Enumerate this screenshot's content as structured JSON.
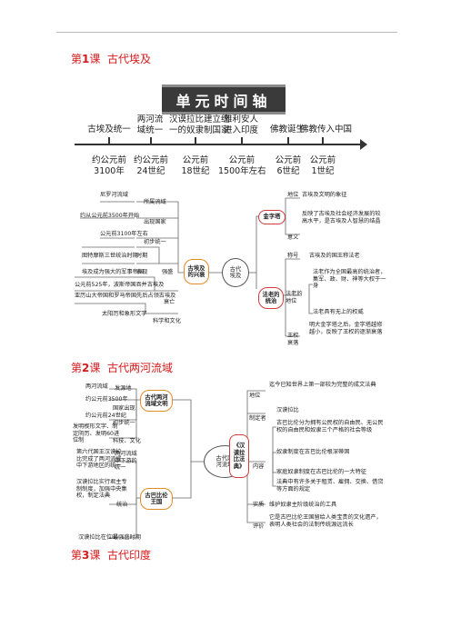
{
  "lessons": {
    "l1": {
      "num": "1",
      "pre": "第",
      "post": "课",
      "name": "古代埃及"
    },
    "l2": {
      "num": "2",
      "pre": "第",
      "post": "课",
      "name": "古代两河流域"
    },
    "l3": {
      "num": "3",
      "pre": "第",
      "post": "课",
      "name": "古代印度"
    }
  },
  "timeline": {
    "banner": "单元时间轴",
    "events": [
      "古埃及统一",
      "两河流\n域统一",
      "汉谟拉比建立统\n一的奴隶制国家",
      "雅利安人\n进入印度",
      "佛教诞生",
      "佛教传入中国"
    ],
    "dates": [
      "约公元前\n3100年",
      "约公元前\n24世纪",
      "公元前\n18世纪",
      "公元前\n1500年左右",
      "公元前\n6世纪",
      "公元前\n1世纪"
    ]
  },
  "egypt_map": {
    "center": "古代\n埃及",
    "left_hub": "古埃及\n的兴衰",
    "left_items": {
      "nile": "尼罗河流域",
      "nile_cat": "所属流域",
      "st1": "约从公元前3500年开始",
      "st1_cat": "出现国家",
      "st2": "公元前3100年左右",
      "st2_cat": "初步统一",
      "strong1": "图特摩斯三世统治时期",
      "strong1_cat": "时期",
      "strong2": "埃及成为强大的军事帝国",
      "strong2_cat": "表现",
      "strong_cat": "强盛",
      "dec1": "公元前525年，波斯帝国吞并古埃及",
      "dec2": "亚历山大帝国和罗马帝国先后占领古埃及",
      "dec_cat": "衰亡",
      "sci": "太阳历和象形文字",
      "sci_cat": "科学和文化"
    },
    "right_top_hub": "金字塔",
    "right_top": {
      "pos_cat": "地位",
      "pos": "古埃及文明的象征",
      "mean_cat": "意义",
      "mean": "反映了古埃及社会经济发展的较高水平，是古埃及人智慧的结晶"
    },
    "right_bot_hub": "法老的\n统治",
    "right_bot": {
      "name_cat": "称号",
      "name": "古埃及的国王称法老",
      "status_cat": "法老的\n地位",
      "s1": "法老作为全国最高的统治者，集军、政、财、神等大权于一身",
      "s2": "法老具有无上的权威",
      "tomb_cat": "王权\n衰落",
      "tomb": "明大金字塔之后，金字塔越修越小，反映了王权的逐渐衰落"
    }
  },
  "meso_map": {
    "center": "古代两\n河流域",
    "l_hub1": "古代两河\n流域文明",
    "l_hub2": "古巴比伦\n王国",
    "l_items": {
      "basin": "两河流域",
      "basin_cat": "发源地",
      "c1": "约公元前3500年",
      "c1_cat": "国家出现",
      "c2": "约公元前24世纪",
      "c2_cat": "初步统一",
      "sci": "发明楔形文字、制定阴历、发明60进位制",
      "sci_cat": "科技、文化",
      "king": "第六代国王汉谟拉比完成了两河流域中下游地区的统一",
      "king_cat": "两河流域\n中下游的\n统一",
      "rule": "汉谟拉比实行君主专制制度，加强中央集权，制定法典",
      "rule_cat": "统治",
      "fall": "汉谟拉比在位时",
      "fall_cat": "最强盛时期"
    },
    "r_hub": "《汉\n谟拉\n比法\n典》",
    "r_items": {
      "pos_cat": "地位",
      "pos": "迄今已知世界上第一部较为完整的成文法典",
      "maker_cat": "制定者",
      "maker": "汉谟拉比",
      "content_cat": "内容",
      "c1": "古巴比伦分为拥有公民权的自由民、无公民权的自由民和奴隶三个严格的社会等级",
      "c2": "奴隶制度在古巴比伦根深蒂固",
      "c3": "家庭奴隶制度在古巴比伦的一大特征",
      "c4": "法典中有许多关于租赁、雇佣、交换、借贷等方面的规定",
      "essence_cat": "实质",
      "essence": "维护奴隶主阶级统治的工具",
      "eval_cat": "评价",
      "eval": "它是古巴比伦王国留给人类宝贵的文化遗产，表明人类社会的法制传统源远流长"
    }
  }
}
